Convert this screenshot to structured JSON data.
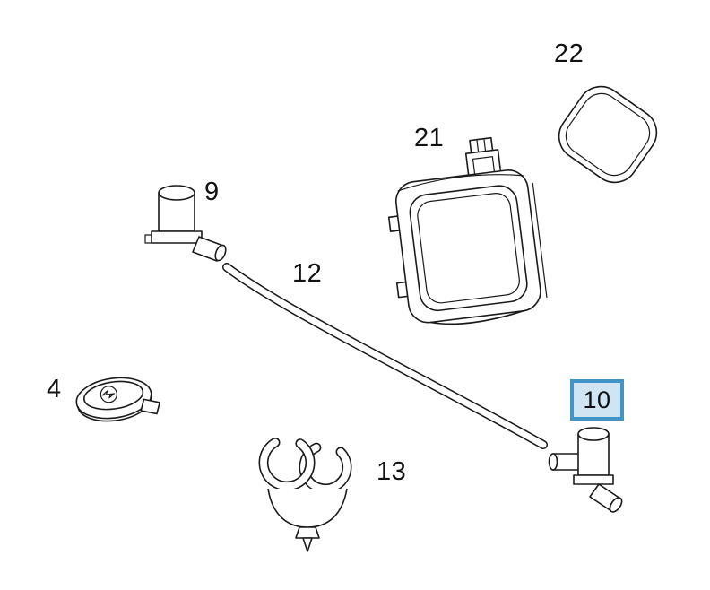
{
  "background_color": "#ffffff",
  "line_color": "#1a1a1a",
  "highlight": {
    "border_color": "#4293c6",
    "fill_color": "#cfe5f3",
    "selected_part": "10"
  },
  "parts": [
    {
      "label": "4",
      "highlighted": false
    },
    {
      "label": "9",
      "highlighted": false
    },
    {
      "label": "10",
      "highlighted": true
    },
    {
      "label": "12",
      "highlighted": false
    },
    {
      "label": "13",
      "highlighted": false
    },
    {
      "label": "21",
      "highlighted": false
    },
    {
      "label": "22",
      "highlighted": false
    }
  ]
}
